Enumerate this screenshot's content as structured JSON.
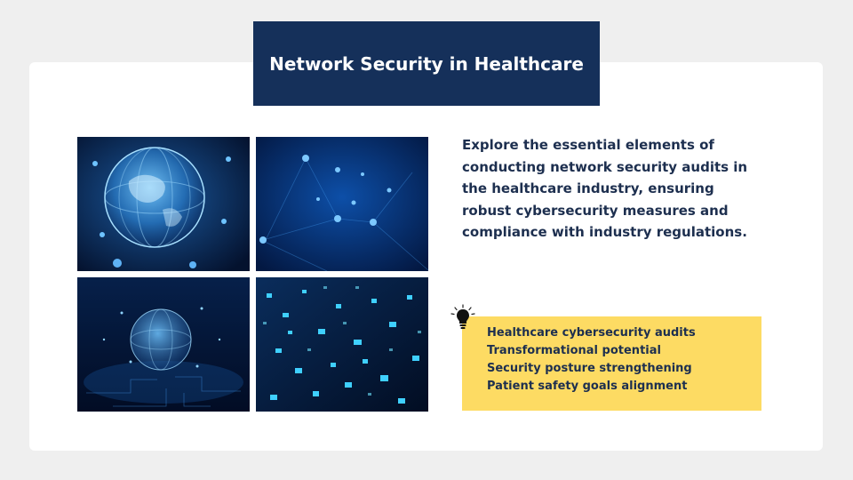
{
  "slide": {
    "title": "Network Security in Healthcare",
    "description": "Explore the essential elements of conducting network security audits in the healthcare industry, ensuring robust cybersecurity measures and compliance with industry regulations.",
    "bullets": [
      "Healthcare cybersecurity audits",
      "Transformational potential",
      "Security posture strengthening",
      "Patient safety goals alignment"
    ],
    "bullet_icon": "lightbulb-icon",
    "images": [
      "digital-globe-image",
      "network-locks-image",
      "globe-circuit-image",
      "data-grid-image"
    ]
  },
  "colors": {
    "page_background": "#efefef",
    "card": "#ffffff",
    "title_background": "#15305a",
    "title_text": "#ffffff",
    "body_text": "#1d2f4f",
    "callout_background": "#fddb63"
  }
}
